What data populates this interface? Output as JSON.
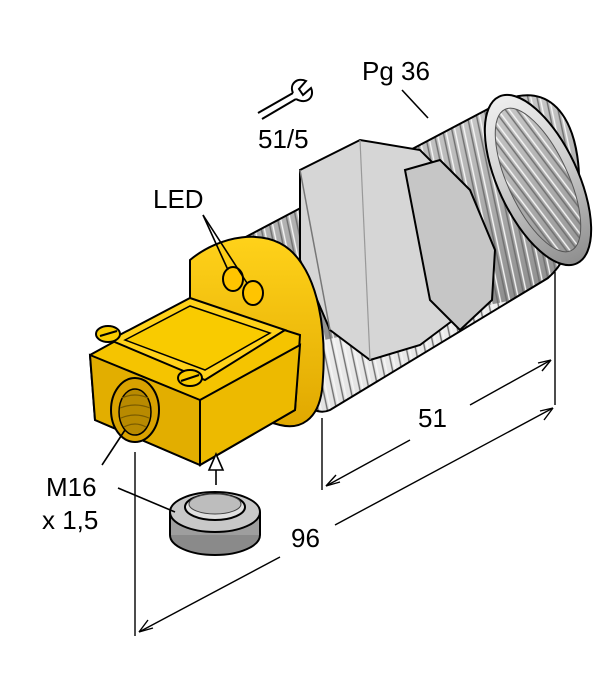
{
  "labels": {
    "thread_size": "Pg 36",
    "wrench_size": "51/5",
    "led": "LED",
    "connector_thread_line1": "M16",
    "connector_thread_line2": "x 1,5",
    "dim_thread_length": "51",
    "dim_total_length": "96"
  },
  "icons": {
    "wrench": "wrench-icon"
  },
  "colors": {
    "housing_yellow": "#F5C400",
    "housing_shadow": "#C99A00",
    "metal_light": "#D4D4D4",
    "metal_dark": "#8E8E8E",
    "line": "#000000"
  }
}
